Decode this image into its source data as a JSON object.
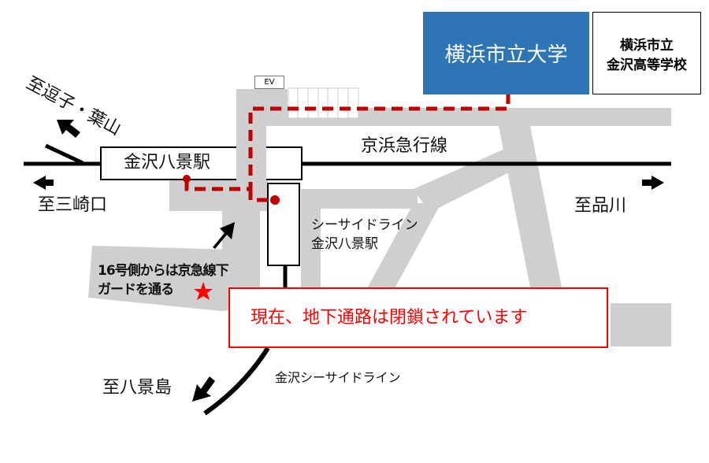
{
  "colors": {
    "road": "#d0cfcf",
    "route": "#c00000",
    "university": "#2e75b6",
    "notice": "#ff0000",
    "track": "#000000"
  },
  "destinations": {
    "zushi_hayama": "至逗子・葉山",
    "misakiguchi": "至三崎口",
    "shinagawa": "至品川",
    "hakkeijima": "至八景島"
  },
  "stations": {
    "keikyu_station": "金沢八景駅",
    "seaside_station_line1": "シーサイドライン",
    "seaside_station_line2": "金沢八景駅"
  },
  "lines": {
    "keikyu": "京浜急行線",
    "seaside": "金沢シーサイドライン"
  },
  "facilities": {
    "ev": "EV",
    "university": "横浜市立大学",
    "high_school_line1": "横浜市立",
    "high_school_line2": "金沢高等学校"
  },
  "note": {
    "line1": "16号側からは京急線下",
    "line2": "ガードを通る",
    "star_icon": "red-star"
  },
  "notice": "現在、地下通路は閉鎖されています"
}
